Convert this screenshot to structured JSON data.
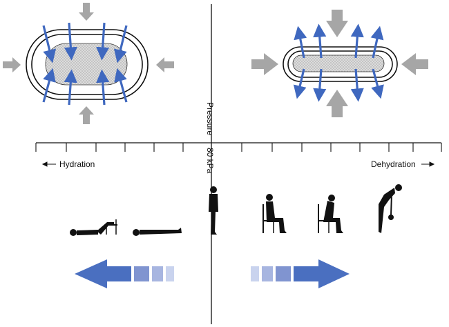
{
  "labels": {
    "hydration": "Hydration",
    "dehydration": "Dehydration",
    "pressure": "Pressure",
    "pressure_value": "80 kPa"
  },
  "colors": {
    "arrow_blue": "#4a6fc0",
    "arrow_gray": "#a6a6a6",
    "nucleus_fill": "#d9d9d9",
    "figure": "#111111"
  },
  "icons": {
    "left_disc": "hydrated-disc-icon",
    "right_disc": "dehydrated-disc-icon",
    "postures": [
      "lying-legs-raised-icon",
      "lying-supine-icon",
      "standing-icon",
      "sitting-upright-icon",
      "sitting-forward-icon",
      "bending-lifting-icon"
    ]
  }
}
